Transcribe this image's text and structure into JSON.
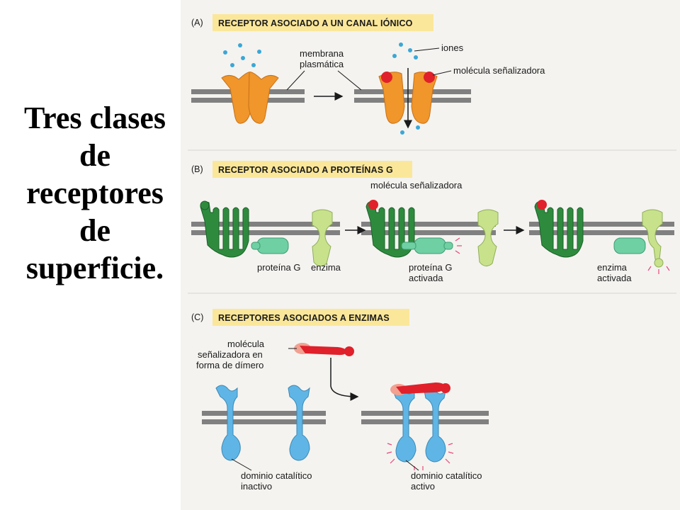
{
  "title_lines": [
    "Tres clases",
    "de",
    "receptores",
    "de",
    "superficie."
  ],
  "panel_a": {
    "letter": "(A)",
    "banner": "RECEPTOR ASOCIADO A UN CANAL IÓNICO",
    "label_membrane_1": "membrana",
    "label_membrane_2": "plasmática",
    "label_ions": "iones",
    "label_signal": "molécula señalizadora"
  },
  "panel_b": {
    "letter": "(B)",
    "banner": "RECEPTOR ASOCIADO A PROTEÍNAS G",
    "label_signal": "molécula señalizadora",
    "label_gprotein": "proteína G",
    "label_enzyme": "enzima",
    "label_gactive_1": "proteína G",
    "label_gactive_2": "activada",
    "label_enzyme_active_1": "enzima",
    "label_enzyme_active_2": "activada"
  },
  "panel_c": {
    "letter": "(C)",
    "banner": "RECEPTORES ASOCIADOS A ENZIMAS",
    "label_dimer_1": "molécula",
    "label_dimer_2": "señalizadora en",
    "label_dimer_3": "forma de dímero",
    "label_inactive_1": "dominio catalítico",
    "label_inactive_2": "inactivo",
    "label_active_1": "dominio catalítico",
    "label_active_2": "activo"
  },
  "colors": {
    "banner": "#fbe79a",
    "background": "#f4f3f0",
    "membrane": "#808080",
    "channel": "#f0962a",
    "signal": "#e0202a",
    "ion": "#3aa7d6",
    "g_receptor": "#2e8b3e",
    "g_protein": "#6fd0a4",
    "enzyme": "#c8e28c",
    "enzyme_receptor": "#5fb6e6",
    "dimer": "#ea6c5c"
  }
}
